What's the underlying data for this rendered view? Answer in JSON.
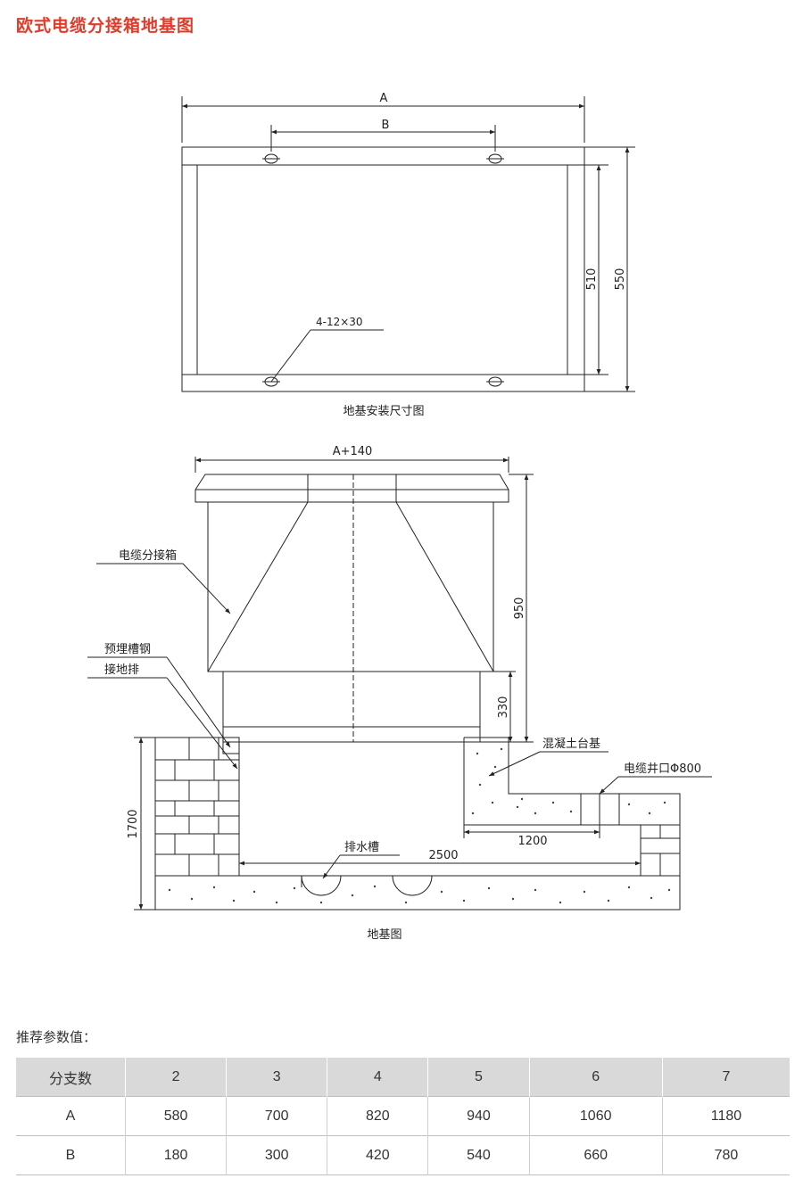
{
  "title": "欧式电缆分接箱地基图",
  "plan_view": {
    "dim_A": "A",
    "dim_B": "B",
    "dim_510": "510",
    "dim_550": "550",
    "hole_label": "4-12×30",
    "caption": "地基安装尺寸图"
  },
  "section_view": {
    "dim_A140": "A+140",
    "dim_950": "950",
    "dim_330": "330",
    "dim_1700": "1700",
    "dim_1200": "1200",
    "dim_2500": "2500",
    "label_box": "电缆分接箱",
    "label_channel": "预埋槽钢",
    "label_ground": "接地排",
    "label_concrete": "混凝土台基",
    "label_well": "电缆井口Φ800",
    "label_drain": "排水槽",
    "caption": "地基图"
  },
  "params": {
    "heading": "推荐参数值：",
    "header": [
      "分支数",
      "2",
      "3",
      "4",
      "5",
      "6",
      "7"
    ],
    "rows": [
      [
        "A",
        "580",
        "700",
        "820",
        "940",
        "1060",
        "1180"
      ],
      [
        "B",
        "180",
        "300",
        "420",
        "540",
        "660",
        "780"
      ]
    ]
  }
}
